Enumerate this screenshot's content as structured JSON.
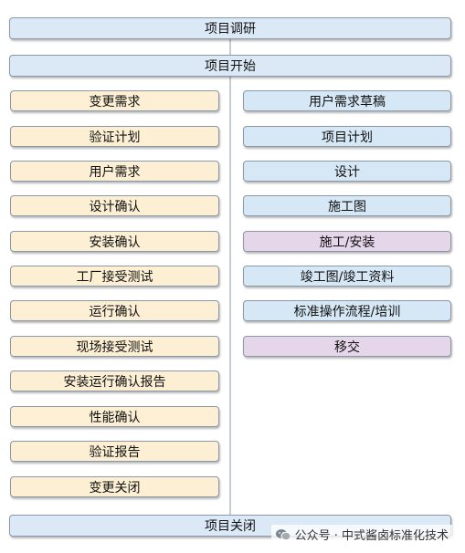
{
  "flow": {
    "top": [
      "项目调研",
      "项目开始"
    ],
    "left": [
      "变更需求",
      "验证计划",
      "用户需求",
      "设计确认",
      "安装确认",
      "工厂接受测试",
      "运行确认",
      "现场接受测试",
      "安装运行确认报告",
      "性能确认",
      "验证报告",
      "变更关闭"
    ],
    "right": [
      "用户需求草稿",
      "项目计划",
      "设计",
      "施工图",
      "施工/安装",
      "竣工图/竣工资料",
      "标准操作流程/培训",
      "移交"
    ],
    "bottom": "项目关闭"
  },
  "watermark": "公众号 · 中式酱卤标准化技术",
  "colors": {
    "full_fill": "#dbe9f7",
    "left_fill": "#fcefd3",
    "right_fill": "#d6e7f6",
    "right_highlight_fill": "#e6d6ea",
    "border": "#8b98a8"
  }
}
